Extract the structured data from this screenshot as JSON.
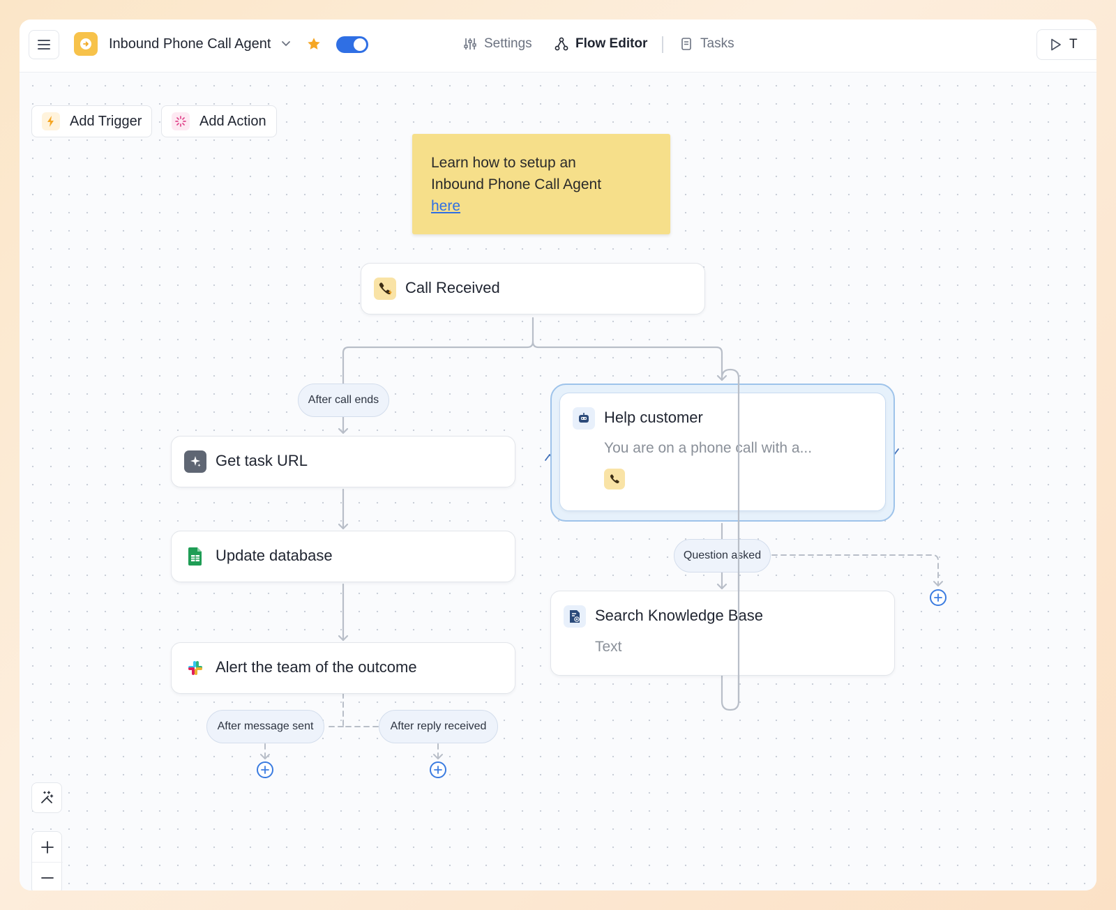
{
  "header": {
    "agent_name": "Inbound Phone Call Agent",
    "tabs": [
      {
        "label": "Settings"
      },
      {
        "label": "Flow Editor"
      },
      {
        "label": "Tasks"
      }
    ],
    "run_label_partial": "T"
  },
  "toolbar": {
    "add_trigger": "Add Trigger",
    "add_action": "Add Action"
  },
  "note": {
    "text": "Learn how to setup an Inbound Phone Call Agent",
    "link": "here"
  },
  "nodes": {
    "call_received": {
      "title": "Call Received"
    },
    "get_task_url": {
      "title": "Get task URL"
    },
    "update_database": {
      "title": "Update database"
    },
    "alert_team": {
      "title": "Alert the team of the outcome"
    },
    "help_customer": {
      "title": "Help customer",
      "subtitle": "You are on a phone call with a..."
    },
    "search_kb": {
      "title": "Search Knowledge Base",
      "subtitle": "Text"
    }
  },
  "edge_labels": {
    "after_call_ends": "After call ends",
    "question_asked": "Question asked",
    "after_message_sent": "After message sent",
    "after_reply_received": "After reply received"
  },
  "colors": {
    "accent": "#3a6fe0",
    "note_bg": "#f6df8a",
    "selected_outline": "#9ec3ea",
    "star": "#f5a623"
  }
}
